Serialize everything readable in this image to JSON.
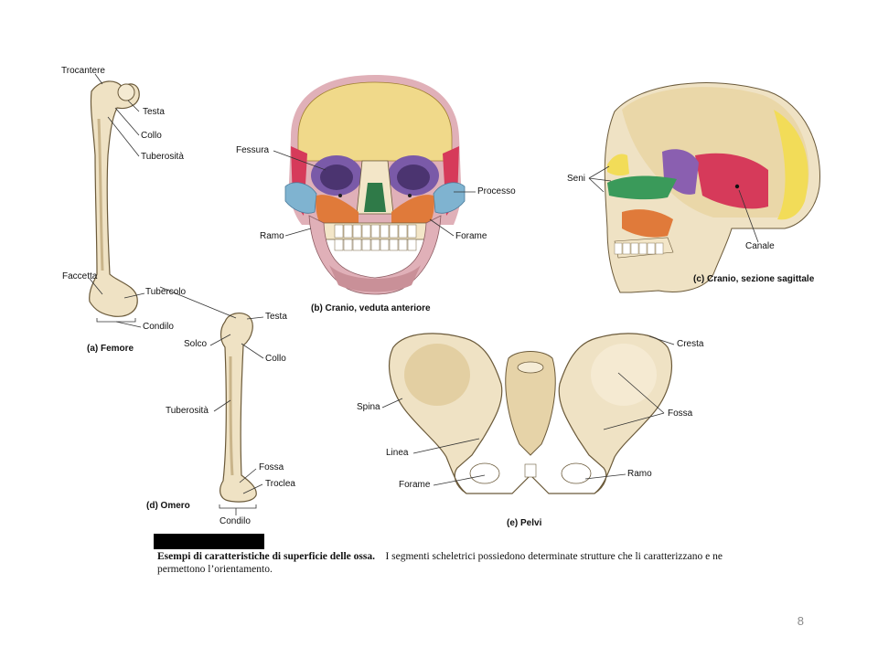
{
  "colors": {
    "bone": "#efe2c4",
    "bone_shade": "#c9b48a",
    "outline": "#6b5a3a",
    "frontal": "#f0d98a",
    "parietal": "#e0b0b8",
    "temporal": "#d63a5a",
    "sphenoid": "#8a5fb0",
    "zygomatic": "#7fb3d0",
    "maxilla": "#e07a3a",
    "nasal": "#3a9a5a",
    "occipital": "#f2dc58"
  },
  "panels": {
    "femore": {
      "caption": "(a) Femore",
      "labels": {
        "trocantere": "Trocantere",
        "testa": "Testa",
        "collo": "Collo",
        "tuberosita": "Tuberosità",
        "faccetta": "Faccetta",
        "tubercolo": "Tubercolo",
        "condilo": "Condilo"
      }
    },
    "cranio_anteriore": {
      "caption": "(b) Cranio, veduta anteriore",
      "labels": {
        "fessura": "Fessura",
        "processo": "Processo",
        "ramo": "Ramo",
        "forame": "Forame"
      }
    },
    "cranio_sagittale": {
      "caption": "(c) Cranio, sezione sagittale",
      "labels": {
        "seni": "Seni",
        "canale": "Canale"
      }
    },
    "omero": {
      "caption": "(d) Omero",
      "labels": {
        "testa": "Testa",
        "solco": "Solco",
        "collo": "Collo",
        "tuberosita": "Tuberosità",
        "fossa": "Fossa",
        "troclea": "Troclea",
        "condilo": "Condilo"
      }
    },
    "pelvi": {
      "caption": "(e) Pelvi",
      "labels": {
        "cresta": "Cresta",
        "spina": "Spina",
        "fossa": "Fossa",
        "linea": "Linea",
        "ramo": "Ramo",
        "forame": "Forame"
      }
    }
  },
  "caption": {
    "title": "Esempi di caratteristiche di superficie delle ossa.",
    "body": "I segmenti scheletrici possiedono determinate strutture che li caratterizzano e ne permettono l’orientamento."
  },
  "page_number": "8"
}
